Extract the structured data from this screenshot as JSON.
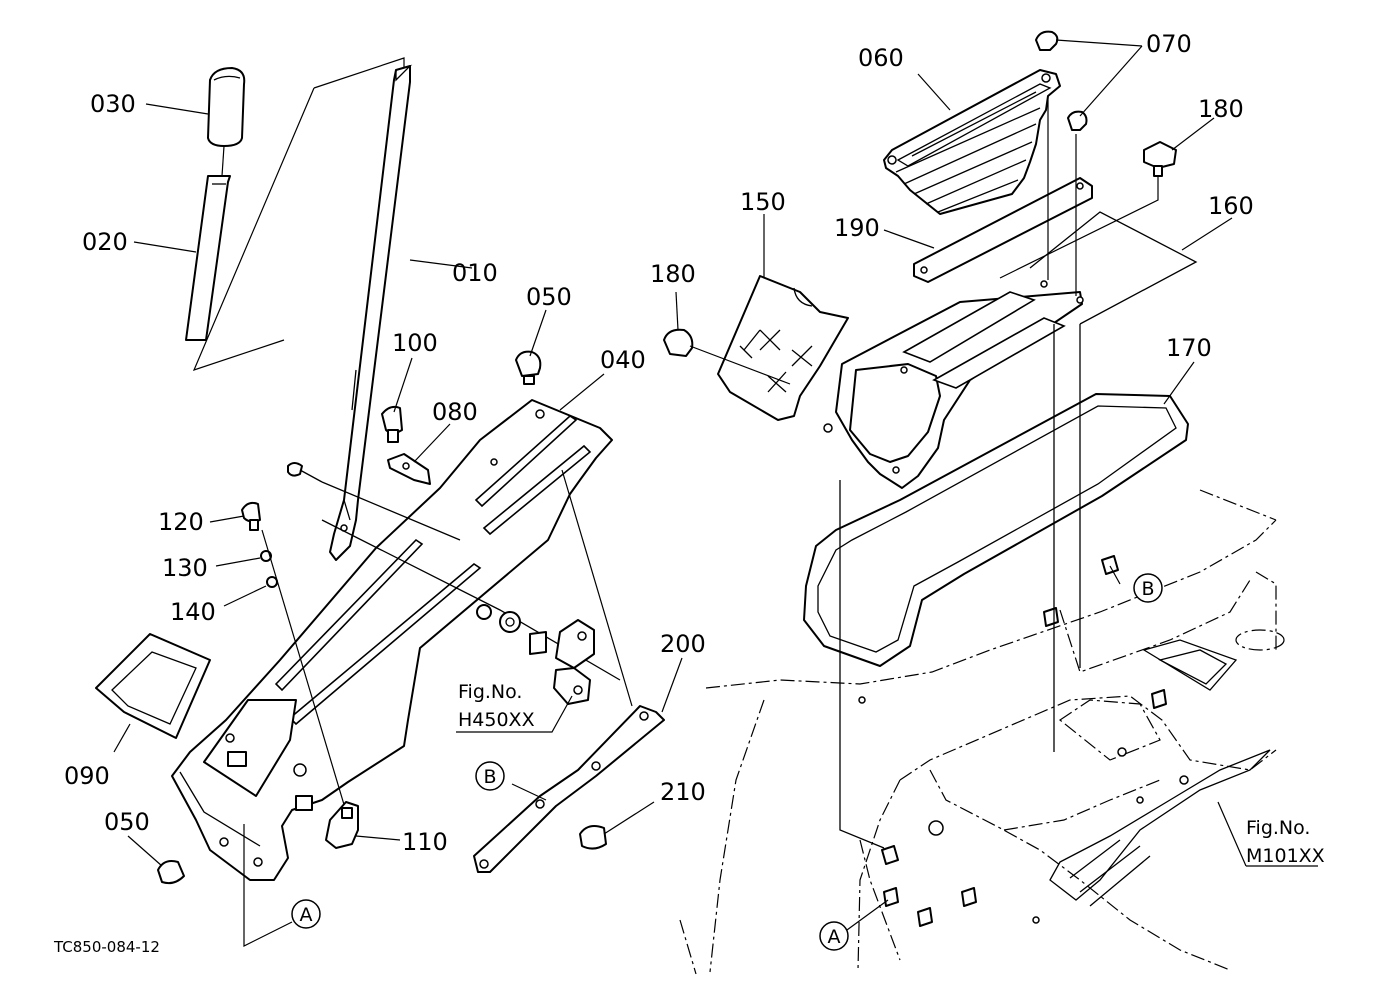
{
  "diagram": {
    "drawing_code": "TC850-084-12",
    "callouts": [
      {
        "id": "c030",
        "text": "030"
      },
      {
        "id": "c020",
        "text": "020"
      },
      {
        "id": "c010",
        "text": "010"
      },
      {
        "id": "c050a",
        "text": "050"
      },
      {
        "id": "c040",
        "text": "040"
      },
      {
        "id": "c100",
        "text": "100"
      },
      {
        "id": "c080",
        "text": "080"
      },
      {
        "id": "c120",
        "text": "120"
      },
      {
        "id": "c130",
        "text": "130"
      },
      {
        "id": "c140",
        "text": "140"
      },
      {
        "id": "c090",
        "text": "090"
      },
      {
        "id": "c050b",
        "text": "050"
      },
      {
        "id": "c110",
        "text": "110"
      },
      {
        "id": "c200",
        "text": "200"
      },
      {
        "id": "c210",
        "text": "210"
      },
      {
        "id": "c060",
        "text": "060"
      },
      {
        "id": "c070",
        "text": "070"
      },
      {
        "id": "c180a",
        "text": "180"
      },
      {
        "id": "c150",
        "text": "150"
      },
      {
        "id": "c190",
        "text": "190"
      },
      {
        "id": "c160",
        "text": "160"
      },
      {
        "id": "c180b",
        "text": "180"
      },
      {
        "id": "c170",
        "text": "170"
      }
    ],
    "figure_refs": [
      {
        "id": "figH",
        "line1": "Fig.No.",
        "line2": "H450XX"
      },
      {
        "id": "figM",
        "line1": "Fig.No.",
        "line2": "M101XX"
      }
    ],
    "connection_markers": [
      {
        "id": "mA1",
        "text": "A"
      },
      {
        "id": "mA2",
        "text": "A"
      },
      {
        "id": "mB1",
        "text": "B"
      },
      {
        "id": "mB2",
        "text": "B"
      }
    ]
  }
}
